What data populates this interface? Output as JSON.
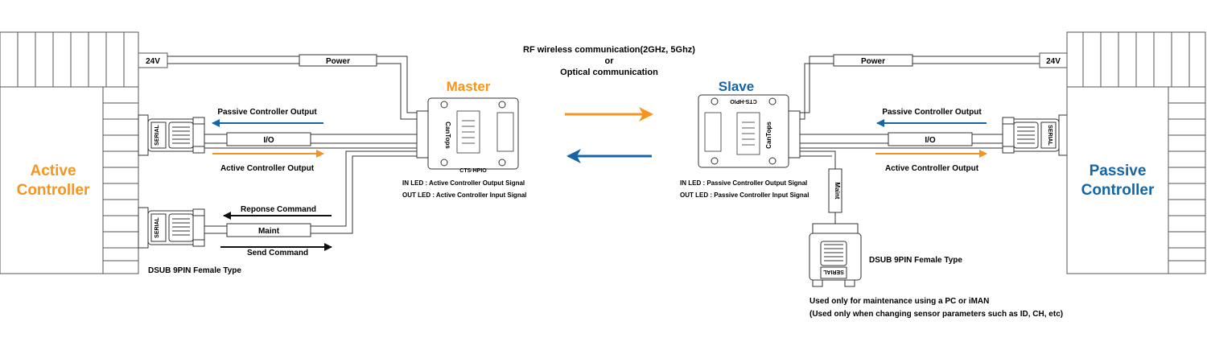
{
  "colors": {
    "orange": "#f7941d",
    "blue": "#1565a6",
    "line": "#222222",
    "frame": "#555555"
  },
  "rf": {
    "line1": "RF wireless communication(2GHz, 5Ghz)",
    "line2": "or",
    "line3": "Optical communication"
  },
  "active": {
    "title1": "Active",
    "title2": "Controller",
    "power_label": "24V",
    "power_cable": "Power",
    "passive_output": "Passive Controller Output",
    "io_label": "I/O",
    "active_output": "Active Controller Output",
    "response_command": "Reponse Command",
    "maint_label": "Maint",
    "send_command": "Send Command",
    "serial1": "SERIAL",
    "serial2": "SERIAL",
    "dsub": "DSUB 9PIN Female Type"
  },
  "master": {
    "title": "Master",
    "model": "CTS-HPIO",
    "brand": "CanTops",
    "led_in": "IN LED : Active Controller Output Signal",
    "led_out": "OUT LED : Active Controller Input Signal"
  },
  "slave": {
    "title": "Slave",
    "model": "CTS-HPIO",
    "brand": "CanTops",
    "led_in": "IN LED : Passive Controller Output Signal",
    "led_out": "OUT LED : Passive Controller Input Signal",
    "maint_label": "Maint",
    "serial": "SERIAL",
    "dsub": "DSUB 9PIN Female Type",
    "note1": "Used only for maintenance using a PC or iMAN",
    "note2": "(Used only when changing sensor parameters such as ID, CH, etc)"
  },
  "passive": {
    "title1": "Passive",
    "title2": "Controller",
    "power_label": "24V",
    "power_cable": "Power",
    "passive_output": "Passive Controller Output",
    "io_label": "I/O",
    "active_output": "Active Controller Output",
    "serial": "SERIAL"
  }
}
